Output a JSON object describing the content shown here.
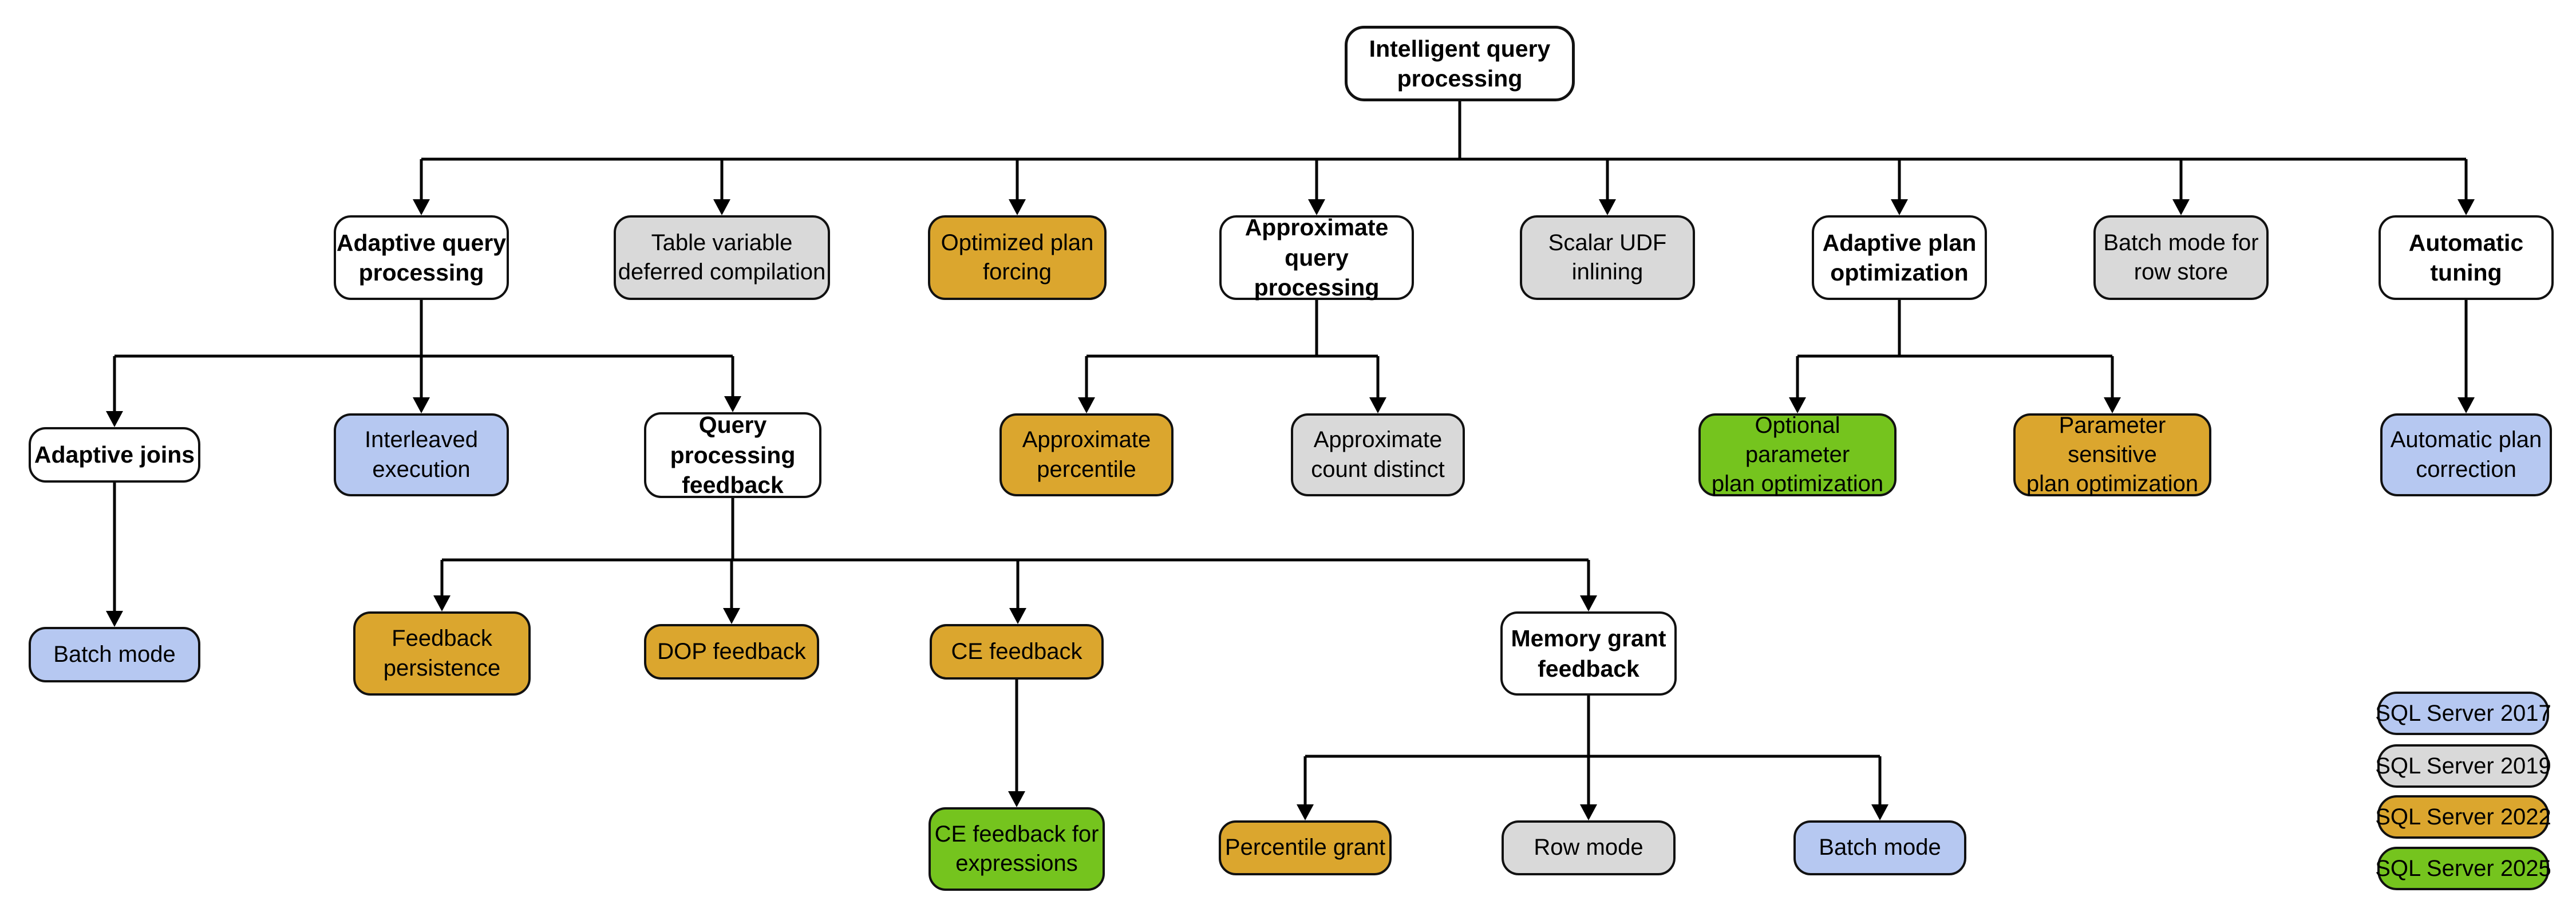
{
  "diagram_title": "Intelligent query processing",
  "colors": {
    "cat": "#ffffff",
    "v2017": "#b6c8f1",
    "v2019": "#d9d9d9",
    "v2022": "#dba62e",
    "v2025": "#75c41e",
    "line": "#000000"
  },
  "nodes": {
    "root": {
      "label": "Intelligent query\nprocessing",
      "version": "cat"
    },
    "adaptive_query_processing": {
      "label": "Adaptive query\nprocessing",
      "version": "cat"
    },
    "table_variable": {
      "label": "Table variable\ndeferred compilation",
      "version": "v2019"
    },
    "optimized_plan_forcing": {
      "label": "Optimized plan\nforcing",
      "version": "v2022"
    },
    "approximate_qp": {
      "label": "Approximate\nquery processing",
      "version": "cat"
    },
    "scalar_udf": {
      "label": "Scalar UDF\ninlining",
      "version": "v2019"
    },
    "adaptive_plan_opt": {
      "label": "Adaptive plan\noptimization",
      "version": "cat"
    },
    "batch_mode_row_store": {
      "label": "Batch mode for\nrow store",
      "version": "v2019"
    },
    "automatic_tuning": {
      "label": "Automatic\ntuning",
      "version": "cat"
    },
    "adaptive_joins": {
      "label": "Adaptive joins",
      "version": "cat"
    },
    "interleaved_execution": {
      "label": "Interleaved\nexecution",
      "version": "v2017"
    },
    "query_processing_feedback": {
      "label": "Query processing\nfeedback",
      "version": "cat"
    },
    "approximate_percentile": {
      "label": "Approximate\npercentile",
      "version": "v2022"
    },
    "approximate_count_distinct": {
      "label": "Approximate\ncount distinct",
      "version": "v2019"
    },
    "optional_param_plan_opt": {
      "label": "Optional parameter\nplan optimization",
      "version": "v2025"
    },
    "param_sensitive_plan_opt": {
      "label": "Parameter sensitive\nplan optimization",
      "version": "v2022"
    },
    "automatic_plan_correction": {
      "label": "Automatic plan\ncorrection",
      "version": "v2017"
    },
    "batch_mode_adaptive": {
      "label": "Batch mode",
      "version": "v2017"
    },
    "feedback_persistence": {
      "label": "Feedback\npersistence",
      "version": "v2022"
    },
    "dop_feedback": {
      "label": "DOP feedback",
      "version": "v2022"
    },
    "ce_feedback": {
      "label": "CE feedback",
      "version": "v2022"
    },
    "memory_grant_feedback": {
      "label": "Memory grant\nfeedback",
      "version": "cat"
    },
    "ce_feedback_expressions": {
      "label": "CE feedback for\nexpressions",
      "version": "v2025"
    },
    "percentile_grant": {
      "label": "Percentile grant",
      "version": "v2022"
    },
    "row_mode": {
      "label": "Row mode",
      "version": "v2019"
    },
    "batch_mode_mgf": {
      "label": "Batch mode",
      "version": "v2017"
    }
  },
  "legend": {
    "items": [
      {
        "label": "SQL Server 2017",
        "version": "v2017"
      },
      {
        "label": "SQL Server 2019",
        "version": "v2019"
      },
      {
        "label": "SQL Server 2022",
        "version": "v2022"
      },
      {
        "label": "SQL Server 2025",
        "version": "v2025"
      }
    ]
  }
}
